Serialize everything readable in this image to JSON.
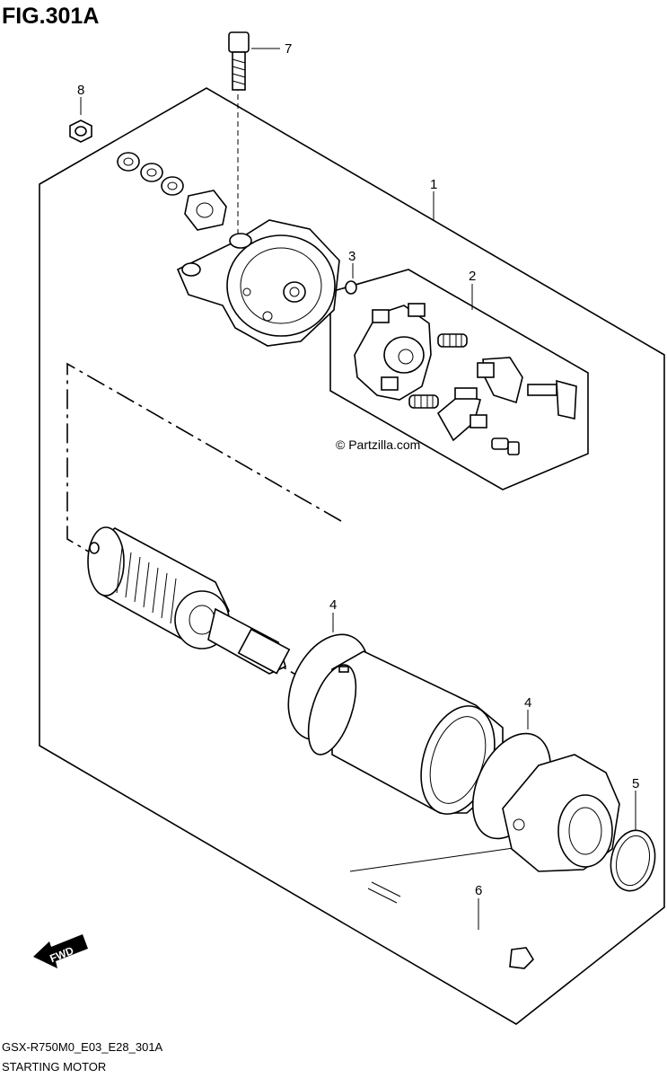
{
  "figure": {
    "title": "FIG.301A",
    "code": "GSX-R750M0_E03_E28_301A",
    "caption": "STARTING MOTOR",
    "watermark": "© Partzilla.com",
    "direction_label": "FWD"
  },
  "callouts": [
    {
      "id": "1",
      "label": "1"
    },
    {
      "id": "2",
      "label": "2"
    },
    {
      "id": "3",
      "label": "3"
    },
    {
      "id": "4a",
      "label": "4"
    },
    {
      "id": "4b",
      "label": "4"
    },
    {
      "id": "5",
      "label": "5"
    },
    {
      "id": "6",
      "label": "6"
    },
    {
      "id": "7",
      "label": "7"
    },
    {
      "id": "8",
      "label": "8"
    }
  ]
}
